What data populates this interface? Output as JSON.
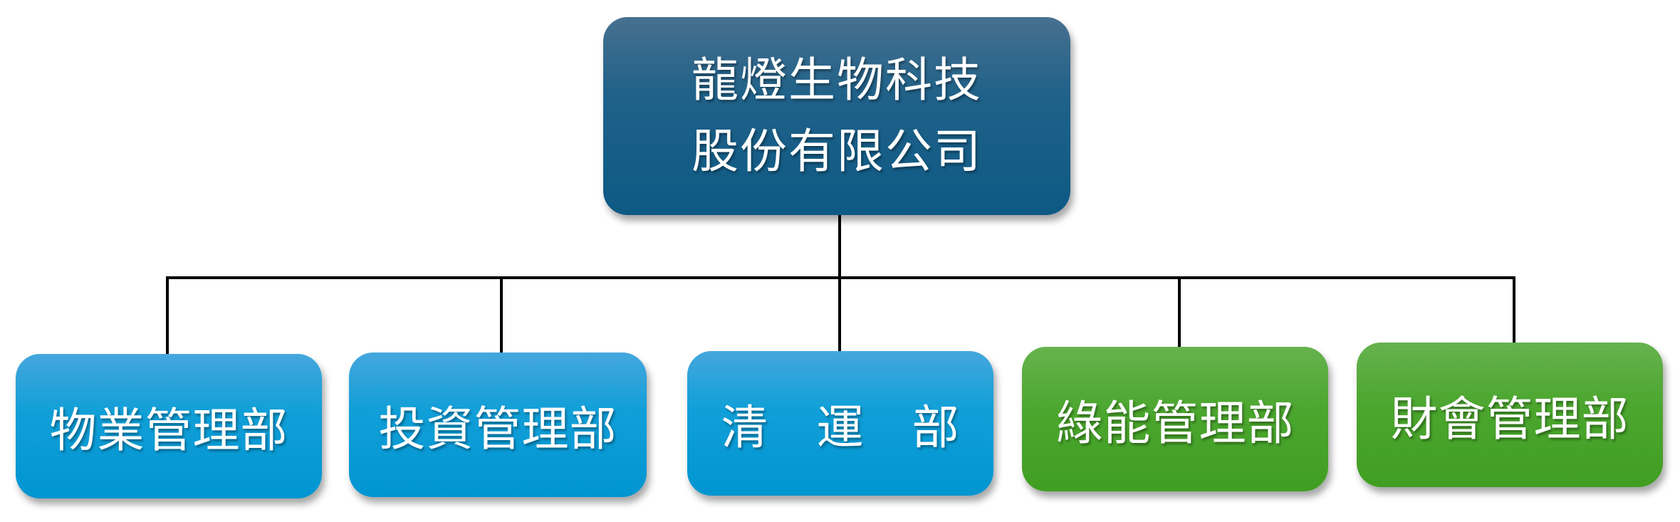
{
  "root": {
    "line1": "龍燈生物科技",
    "line2": "股份有限公司",
    "color": "#1f6189"
  },
  "departments": [
    {
      "label": "物業管理部",
      "color": "#119fd8"
    },
    {
      "label": "投資管理部",
      "color": "#119fd8"
    },
    {
      "label": "清　運　部",
      "color": "#119fd8"
    },
    {
      "label": "綠能管理部",
      "color": "#4ba62e"
    },
    {
      "label": "財會管理部",
      "color": "#4ba62e"
    }
  ],
  "connector_color": "#000000"
}
